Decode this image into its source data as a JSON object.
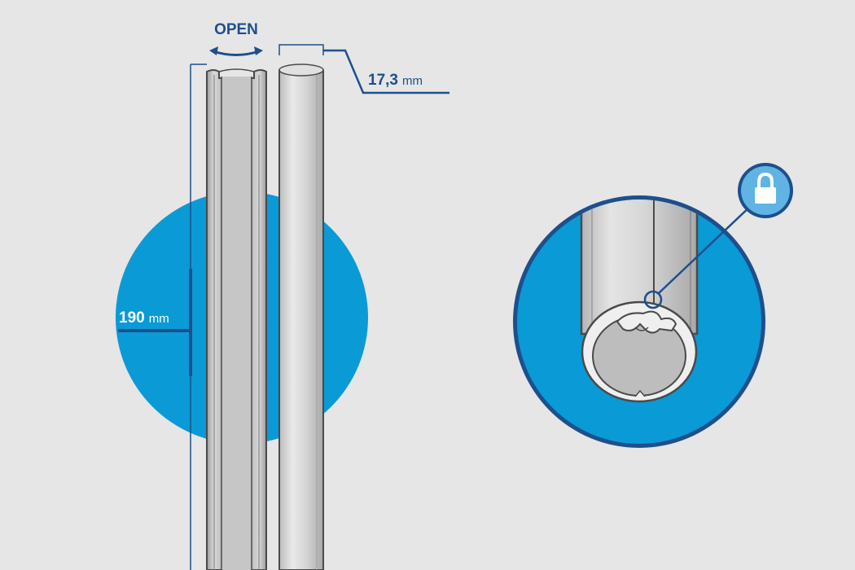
{
  "labels": {
    "open": "OPEN",
    "width_value": "17,3",
    "width_unit": "mm",
    "length_value": "190",
    "length_unit": "mm"
  },
  "icons": {
    "lock": "padlock-icon",
    "open_arrow": "curved-double-arrow-icon"
  },
  "colors": {
    "background": "#e6e6e6",
    "accent_blue": "#0a9ad6",
    "dark_blue": "#1e4f8c",
    "tube_light": "#e3e3e3",
    "tube_mid": "#c4c4c4",
    "outline": "#4a4a4a"
  }
}
